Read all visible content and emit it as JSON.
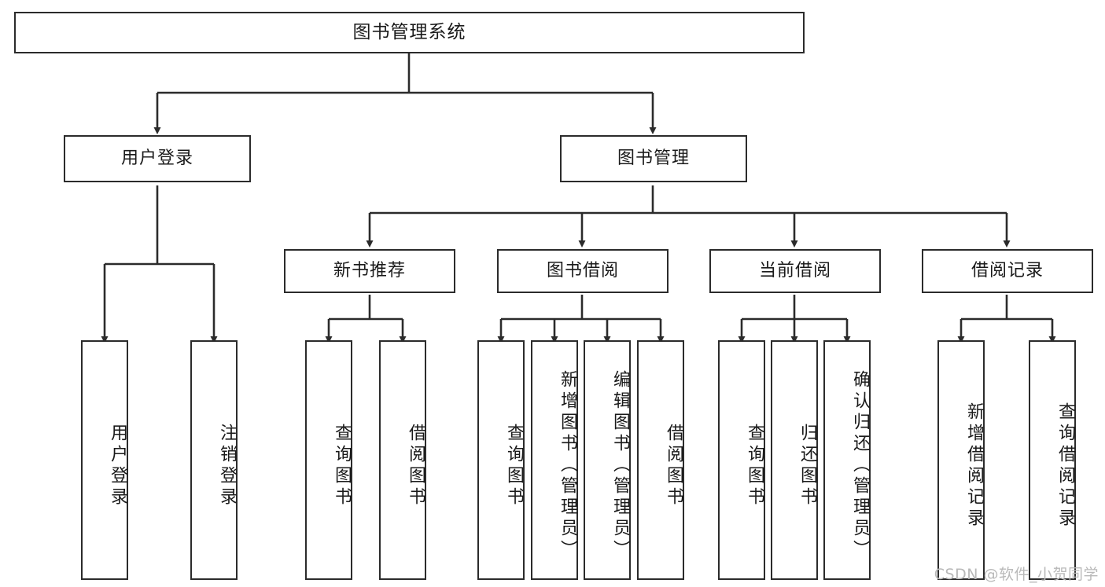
{
  "diagram": {
    "title": "图书管理系统",
    "type": "tree-hierarchy",
    "watermark": "CSDN @软件_小贺同学",
    "colors": {
      "background": "#ffffff",
      "node_fill": "#ffffff",
      "node_border": "#2b2b2b",
      "edge": "#2b2b2b",
      "text": "#1a1a1a",
      "watermark": "#b9b9b9"
    },
    "nodes": {
      "root": {
        "label": "图书管理系统",
        "orientation": "horizontal"
      },
      "level1": [
        {
          "label": "用户登录",
          "orientation": "horizontal"
        },
        {
          "label": "图书管理",
          "orientation": "horizontal"
        }
      ],
      "level2": [
        {
          "label": "新书推荐",
          "orientation": "horizontal"
        },
        {
          "label": "图书借阅",
          "orientation": "horizontal"
        },
        {
          "label": "当前借阅",
          "orientation": "horizontal"
        },
        {
          "label": "借阅记录",
          "orientation": "horizontal"
        }
      ],
      "leaves": {
        "user_login": [
          {
            "label": "用户登录",
            "orientation": "vertical"
          },
          {
            "label": "注销登录",
            "orientation": "vertical"
          }
        ],
        "new_book_recommend": [
          {
            "label": "查询图书",
            "orientation": "vertical"
          },
          {
            "label": "借阅图书",
            "orientation": "vertical"
          }
        ],
        "book_borrow": [
          {
            "label": "查询图书",
            "orientation": "vertical"
          },
          {
            "label": "新增图书（管理员）",
            "orientation": "vertical"
          },
          {
            "label": "编辑图书（管理员）",
            "orientation": "vertical"
          },
          {
            "label": "借阅图书",
            "orientation": "vertical"
          }
        ],
        "current_borrow": [
          {
            "label": "查询图书",
            "orientation": "vertical"
          },
          {
            "label": "归还图书",
            "orientation": "vertical"
          },
          {
            "label": "确认归还（管理员）",
            "orientation": "vertical"
          }
        ],
        "borrow_record": [
          {
            "label": "新增借阅记录",
            "orientation": "vertical"
          },
          {
            "label": "查询借阅记录",
            "orientation": "vertical"
          }
        ]
      }
    }
  }
}
